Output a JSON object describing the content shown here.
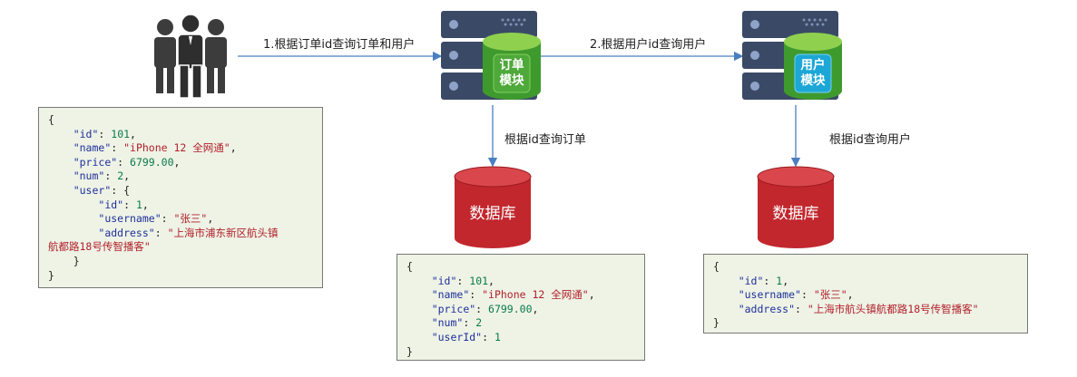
{
  "arrows": {
    "step1_label": "1.根据订单id查询订单和用户",
    "step2_label": "2.根据用户id查询用户",
    "order_db_label": "根据id查询订单",
    "user_db_label": "根据id查询用户"
  },
  "modules": {
    "order": [
      "订单",
      "模块"
    ],
    "user": [
      "用户",
      "模块"
    ]
  },
  "databases": {
    "order_db": "数据库",
    "user_db": "数据库"
  },
  "colors": {
    "order_module": "#4fa83a",
    "user_module": "#1da7d6",
    "database": "#c1272d",
    "server": "#3a4a66",
    "arrow": "#4a7fc1"
  },
  "code_boxes": {
    "client_response": [
      {
        "t": "{"
      },
      {
        "i": 1,
        "k": "\"id\"",
        "v": "101",
        "vt": "n",
        "end": ","
      },
      {
        "i": 1,
        "k": "\"name\"",
        "v": "\"iPhone 12 全网通\"",
        "vt": "s",
        "end": ","
      },
      {
        "i": 1,
        "k": "\"price\"",
        "v": "6799.00",
        "vt": "n",
        "end": ","
      },
      {
        "i": 1,
        "k": "\"num\"",
        "v": "2",
        "vt": "n",
        "end": ","
      },
      {
        "i": 1,
        "k": "\"user\"",
        "v": "{",
        "vt": "p",
        "end": ""
      },
      {
        "i": 2,
        "k": "\"id\"",
        "v": "1",
        "vt": "n",
        "end": ","
      },
      {
        "i": 2,
        "k": "\"username\"",
        "v": "\"张三\"",
        "vt": "s",
        "end": ","
      },
      {
        "i": 2,
        "k": "\"address\"",
        "v": "\"上海市浦东新区航头镇",
        "vt": "s",
        "end": ""
      },
      {
        "i": 0,
        "s": "航都路18号传智播客\""
      },
      {
        "i": 1,
        "t": "}"
      },
      {
        "t": "}"
      }
    ],
    "order_result": [
      {
        "t": "{"
      },
      {
        "i": 1,
        "k": "\"id\"",
        "v": "101",
        "vt": "n",
        "end": ","
      },
      {
        "i": 1,
        "k": "\"name\"",
        "v": "\"iPhone 12 全网通\"",
        "vt": "s",
        "end": ","
      },
      {
        "i": 1,
        "k": "\"price\"",
        "v": "6799.00",
        "vt": "n",
        "end": ","
      },
      {
        "i": 1,
        "k": "\"num\"",
        "v": "2",
        "vt": "n",
        "end": ""
      },
      {
        "i": 1,
        "k": "\"userId\"",
        "v": "1",
        "vt": "n",
        "end": ""
      },
      {
        "t": "}"
      }
    ],
    "user_result": [
      {
        "t": "{"
      },
      {
        "i": 1,
        "k": "\"id\"",
        "v": "1",
        "vt": "n",
        "end": ","
      },
      {
        "i": 1,
        "k": "\"username\"",
        "v": "\"张三\"",
        "vt": "s",
        "end": ","
      },
      {
        "i": 1,
        "k": "\"address\"",
        "v": "\"上海市航头镇航都路18号传智播客\"",
        "vt": "s",
        "end": ""
      },
      {
        "t": "}"
      }
    ]
  }
}
